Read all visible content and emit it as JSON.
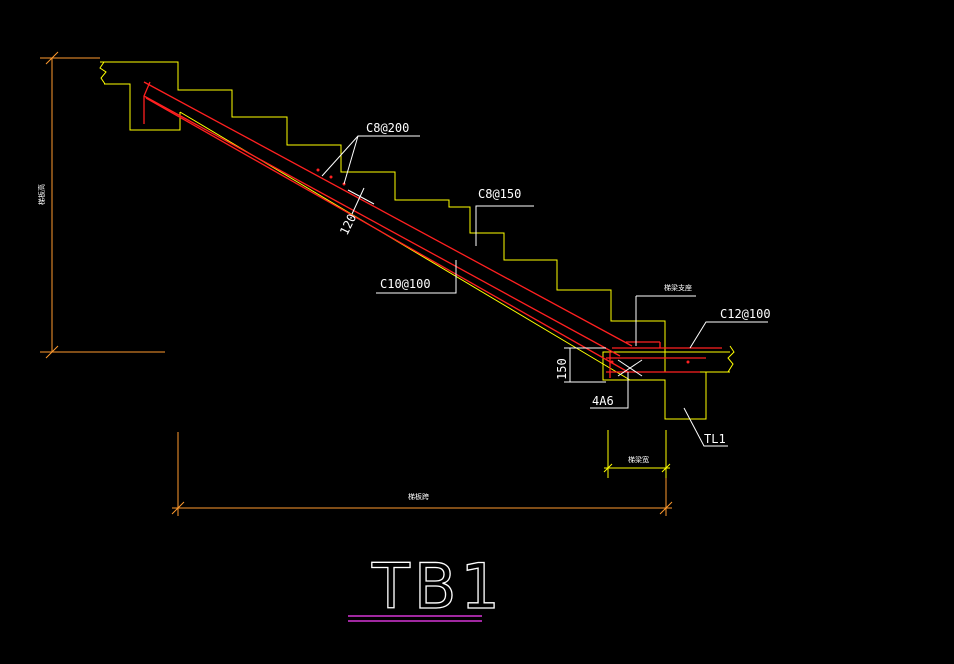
{
  "drawing": {
    "title": "TB1",
    "labels": {
      "c8_200": "C8@200",
      "c8_150": "C8@150",
      "c10_100": "C10@100",
      "c12_100": "C12@100",
      "dim_120": "120",
      "dim_150": "150",
      "a4a6": "4A6",
      "tl1": "TL1",
      "left_dim": "梯板高",
      "bottom_dim": "梯板跨",
      "beam_width": "梯梁宽",
      "landing_note": "梯梁支座"
    },
    "colors": {
      "background": "#000000",
      "outline": "#ffff00",
      "dimension": "#ff9a2e",
      "rebar": "#ff2020",
      "leader": "#ffffff",
      "title_underline": "#ff40ff"
    }
  }
}
